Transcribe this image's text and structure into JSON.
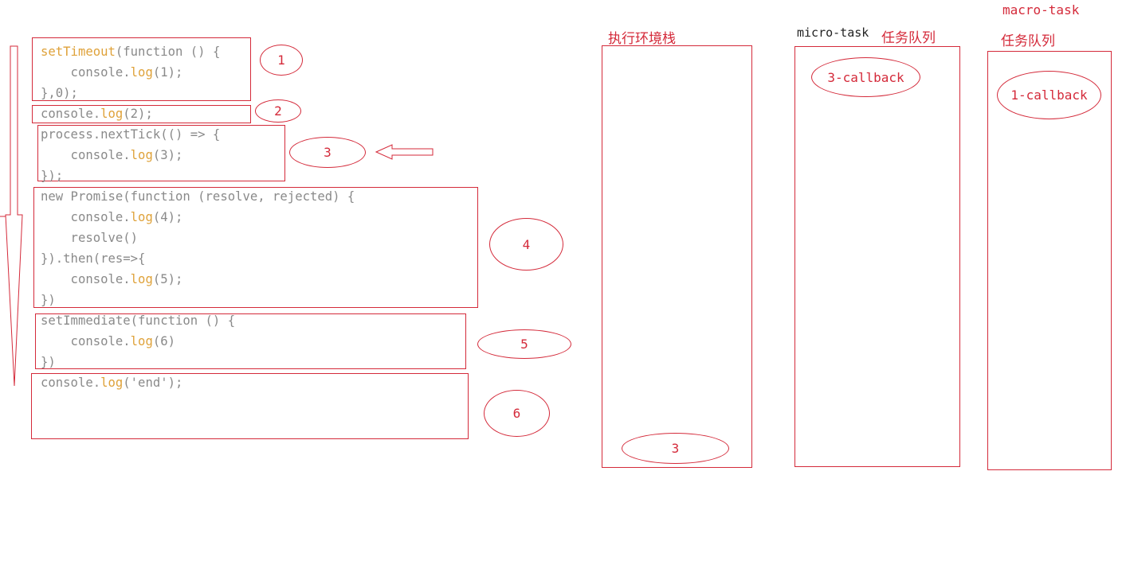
{
  "code_blocks": [
    {
      "number": "1",
      "lines": [
        [
          {
            "t": "setTimeout",
            "c": "kw"
          },
          {
            "t": "(function () {",
            "c": "pl"
          }
        ],
        [
          {
            "t": "    console.",
            "c": "pl"
          },
          {
            "t": "log",
            "c": "kw"
          },
          {
            "t": "(1);",
            "c": "pl"
          }
        ],
        [
          {
            "t": "},0);",
            "c": "pl"
          }
        ]
      ]
    },
    {
      "number": "2",
      "lines": [
        [
          {
            "t": "console.",
            "c": "pl"
          },
          {
            "t": "log",
            "c": "kw"
          },
          {
            "t": "(2);",
            "c": "pl"
          }
        ]
      ]
    },
    {
      "number": "3",
      "lines": [
        [
          {
            "t": "process.nextTick(() => {",
            "c": "pl"
          }
        ],
        [
          {
            "t": "    console.",
            "c": "pl"
          },
          {
            "t": "log",
            "c": "kw"
          },
          {
            "t": "(3);",
            "c": "pl"
          }
        ],
        [
          {
            "t": "});",
            "c": "pl"
          }
        ]
      ]
    },
    {
      "number": "4",
      "lines": [
        [
          {
            "t": "new Promise(function (resolve, rejected) {",
            "c": "pl"
          }
        ],
        [
          {
            "t": "    console.",
            "c": "pl"
          },
          {
            "t": "log",
            "c": "kw"
          },
          {
            "t": "(4);",
            "c": "pl"
          }
        ],
        [
          {
            "t": "    resolve()",
            "c": "pl"
          }
        ],
        [
          {
            "t": "}).then(res=>{",
            "c": "pl"
          }
        ],
        [
          {
            "t": "    console.",
            "c": "pl"
          },
          {
            "t": "log",
            "c": "kw"
          },
          {
            "t": "(5);",
            "c": "pl"
          }
        ],
        [
          {
            "t": "})",
            "c": "pl"
          }
        ]
      ]
    },
    {
      "number": "5",
      "lines": [
        [
          {
            "t": "setImmediate(function () {",
            "c": "pl"
          }
        ],
        [
          {
            "t": "    console.",
            "c": "pl"
          },
          {
            "t": "log",
            "c": "kw"
          },
          {
            "t": "(6)",
            "c": "pl"
          }
        ],
        [
          {
            "t": "})",
            "c": "pl"
          }
        ]
      ]
    },
    {
      "number": "6",
      "lines": [
        [
          {
            "t": "console.",
            "c": "pl"
          },
          {
            "t": "log",
            "c": "kw"
          },
          {
            "t": "('end');",
            "c": "pl"
          }
        ]
      ]
    }
  ],
  "columns": {
    "exec_stack": {
      "title": "执行环境栈",
      "item": "3"
    },
    "micro_queue": {
      "title_en": "micro-task",
      "title_cn": "任务队列",
      "item": "3-callback"
    },
    "macro_queue": {
      "title_en": "macro-task",
      "title_cn": "任务队列",
      "item": "1-callback"
    }
  },
  "colors": {
    "accent": "#d42a3a",
    "code_text": "#8a8a8a",
    "code_keyword": "#dfa23a"
  }
}
